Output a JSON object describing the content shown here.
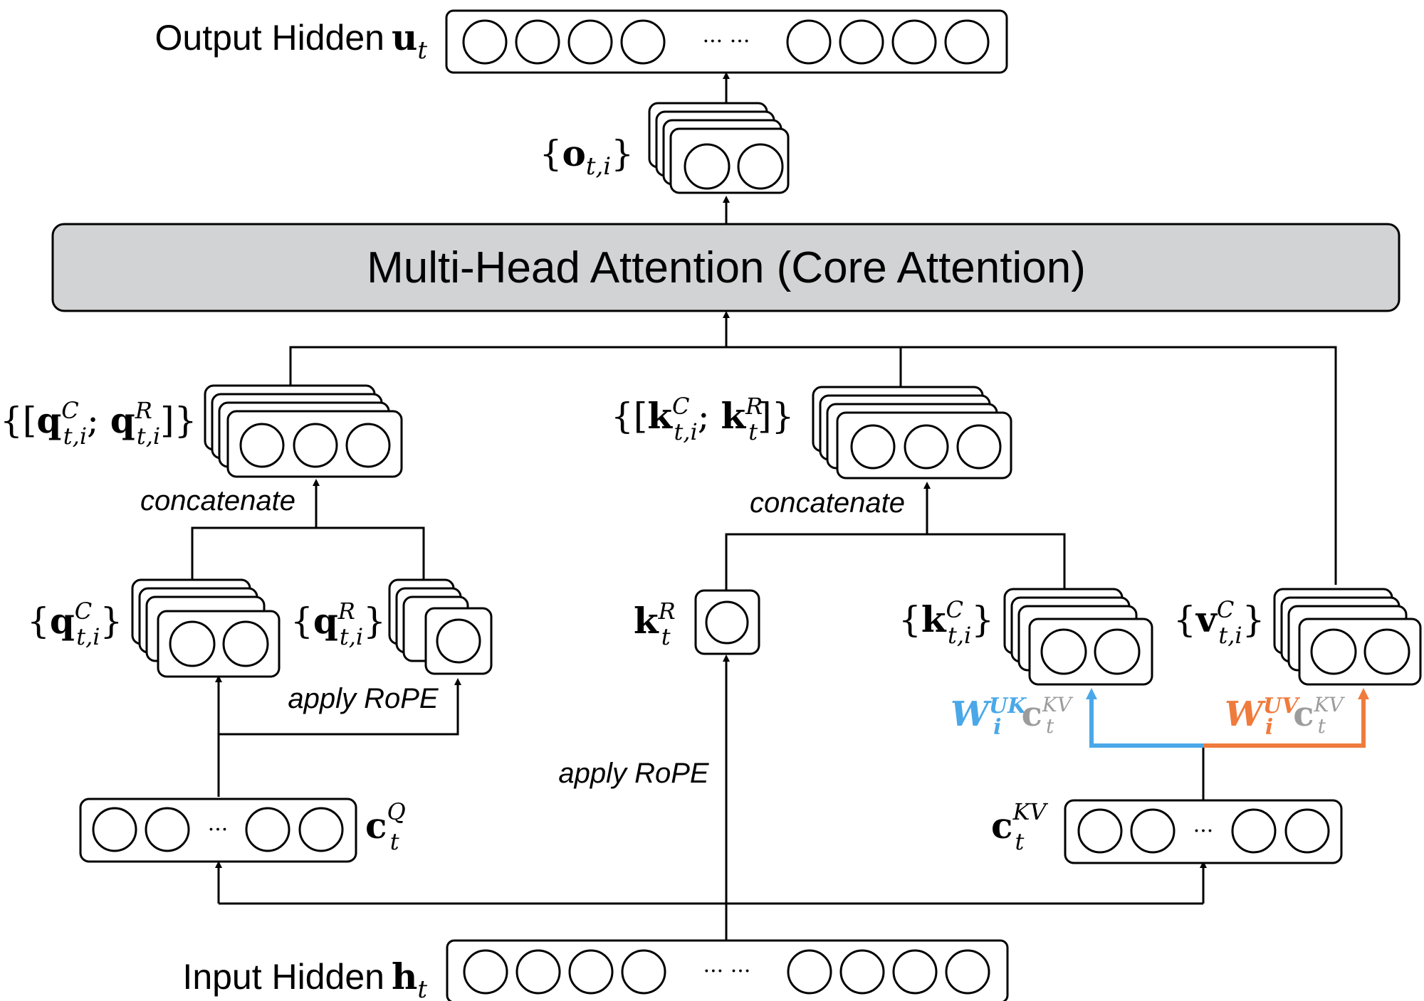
{
  "colors": {
    "core_fill": "#d1d3d4",
    "blue_path": "#4aa8e8",
    "orange_path": "#ef7b3c",
    "grey_text": "#9c9c9c"
  },
  "core": {
    "label": "Multi-Head Attention (Core Attention)"
  },
  "output": {
    "label": "Output Hidden",
    "symbol": "u",
    "sub": "t",
    "dots": "··· ···"
  },
  "input": {
    "label": "Input Hidden",
    "symbol": "h",
    "sub": "t",
    "dots": "··· ···"
  },
  "o_heads": {
    "open": "{",
    "symbol": "o",
    "sub": "t,i",
    "close": "}"
  },
  "q_concat": {
    "open": "{[",
    "symbol": "q",
    "sup1": "C",
    "sub1": "t,i",
    "sep": "; ",
    "sup2": "R",
    "sub2": "t,i",
    "close": "]}"
  },
  "k_concat": {
    "open": "{[",
    "symbol": "k",
    "sup1": "C",
    "sub1": "t,i",
    "sep": "; ",
    "sup2": "R",
    "sub2": "t",
    "close": "]}"
  },
  "q_c": {
    "open": "{",
    "symbol": "q",
    "sup": "C",
    "sub": "t,i",
    "close": "}"
  },
  "q_r": {
    "open": "{",
    "symbol": "q",
    "sup": "R",
    "sub": "t,i",
    "close": "}"
  },
  "k_r": {
    "symbol": "k",
    "sup": "R",
    "sub": "t"
  },
  "k_c": {
    "open": "{",
    "symbol": "k",
    "sup": "C",
    "sub": "t,i",
    "close": "}"
  },
  "v_c": {
    "open": "{",
    "symbol": "v",
    "sup": "C",
    "sub": "t,i",
    "close": "}"
  },
  "c_q": {
    "symbol": "c",
    "sup": "Q",
    "sub": "t",
    "dots": "···"
  },
  "c_kv": {
    "symbol": "c",
    "sup": "KV",
    "sub": "t",
    "dots": "···"
  },
  "ops": {
    "concat_q": "concatenate",
    "concat_k": "concatenate",
    "rope_q": "apply RoPE",
    "rope_k": "apply RoPE"
  },
  "w_uk": {
    "w": "W",
    "sup": "UK",
    "sub": "i",
    "c": "c",
    "c_sup": "KV",
    "c_sub": "t"
  },
  "w_uv": {
    "w": "W",
    "sup": "UV",
    "sub": "i",
    "c": "c",
    "c_sup": "KV",
    "c_sub": "t"
  }
}
